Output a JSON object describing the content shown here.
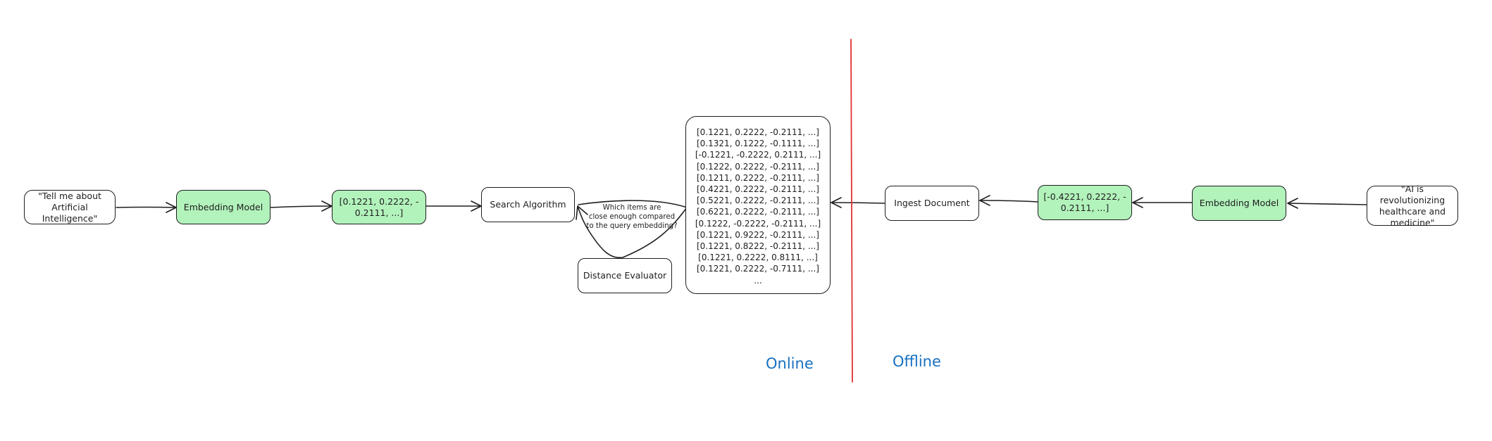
{
  "colors": {
    "stroke": "#1e1e1e",
    "model_fill": "#b2f2bb",
    "divider": "#e03131",
    "zone_label": "#1971c2"
  },
  "online": {
    "query": "\"Tell me about\nArtificial Intelligence\"",
    "embedding_model": "Embedding Model",
    "query_vector": "[0.1221, 0.2222, -\n0.2111, ...]",
    "search_algorithm": "Search Algorithm",
    "distance_question": "Which items are\nclose enough compared\nto the query embedding?",
    "distance_evaluator": "Distance Evaluator",
    "label": "Online"
  },
  "vector_store": {
    "rows": [
      "[0.1221, 0.2222, -0.2111, ...]",
      "[0.1321, 0.1222, -0.1111, ...]",
      "[-0.1221, -0.2222, 0.2111, ...]",
      "[0.1222, 0.2222, -0.2111, ...]",
      "[0.1211, 0.2222, -0.2111, ...]",
      "[0.4221, 0.2222, -0.2111, ...]",
      "[0.5221, 0.2222, -0.2111, ...]",
      "[0.6221, 0.2222, -0.2111, ...]",
      "[0.1222, -0.2222, -0.2111, ...]",
      "[0.1221, 0.9222, -0.2111, ...]",
      "[0.1221, 0.8222, -0.2111, ...]",
      "[0.1221, 0.2222, 0.8111, ...]",
      "[0.1221, 0.2222, -0.7111, ...]",
      "..."
    ]
  },
  "offline": {
    "label": "Offline",
    "ingest_document": "Ingest Document",
    "doc_vector": "[-0.4221, 0.2222, -\n0.2111, ...]",
    "embedding_model": "Embedding Model",
    "document": "\"AI is revolutionizing\nhealthcare and\nmedicine\""
  }
}
